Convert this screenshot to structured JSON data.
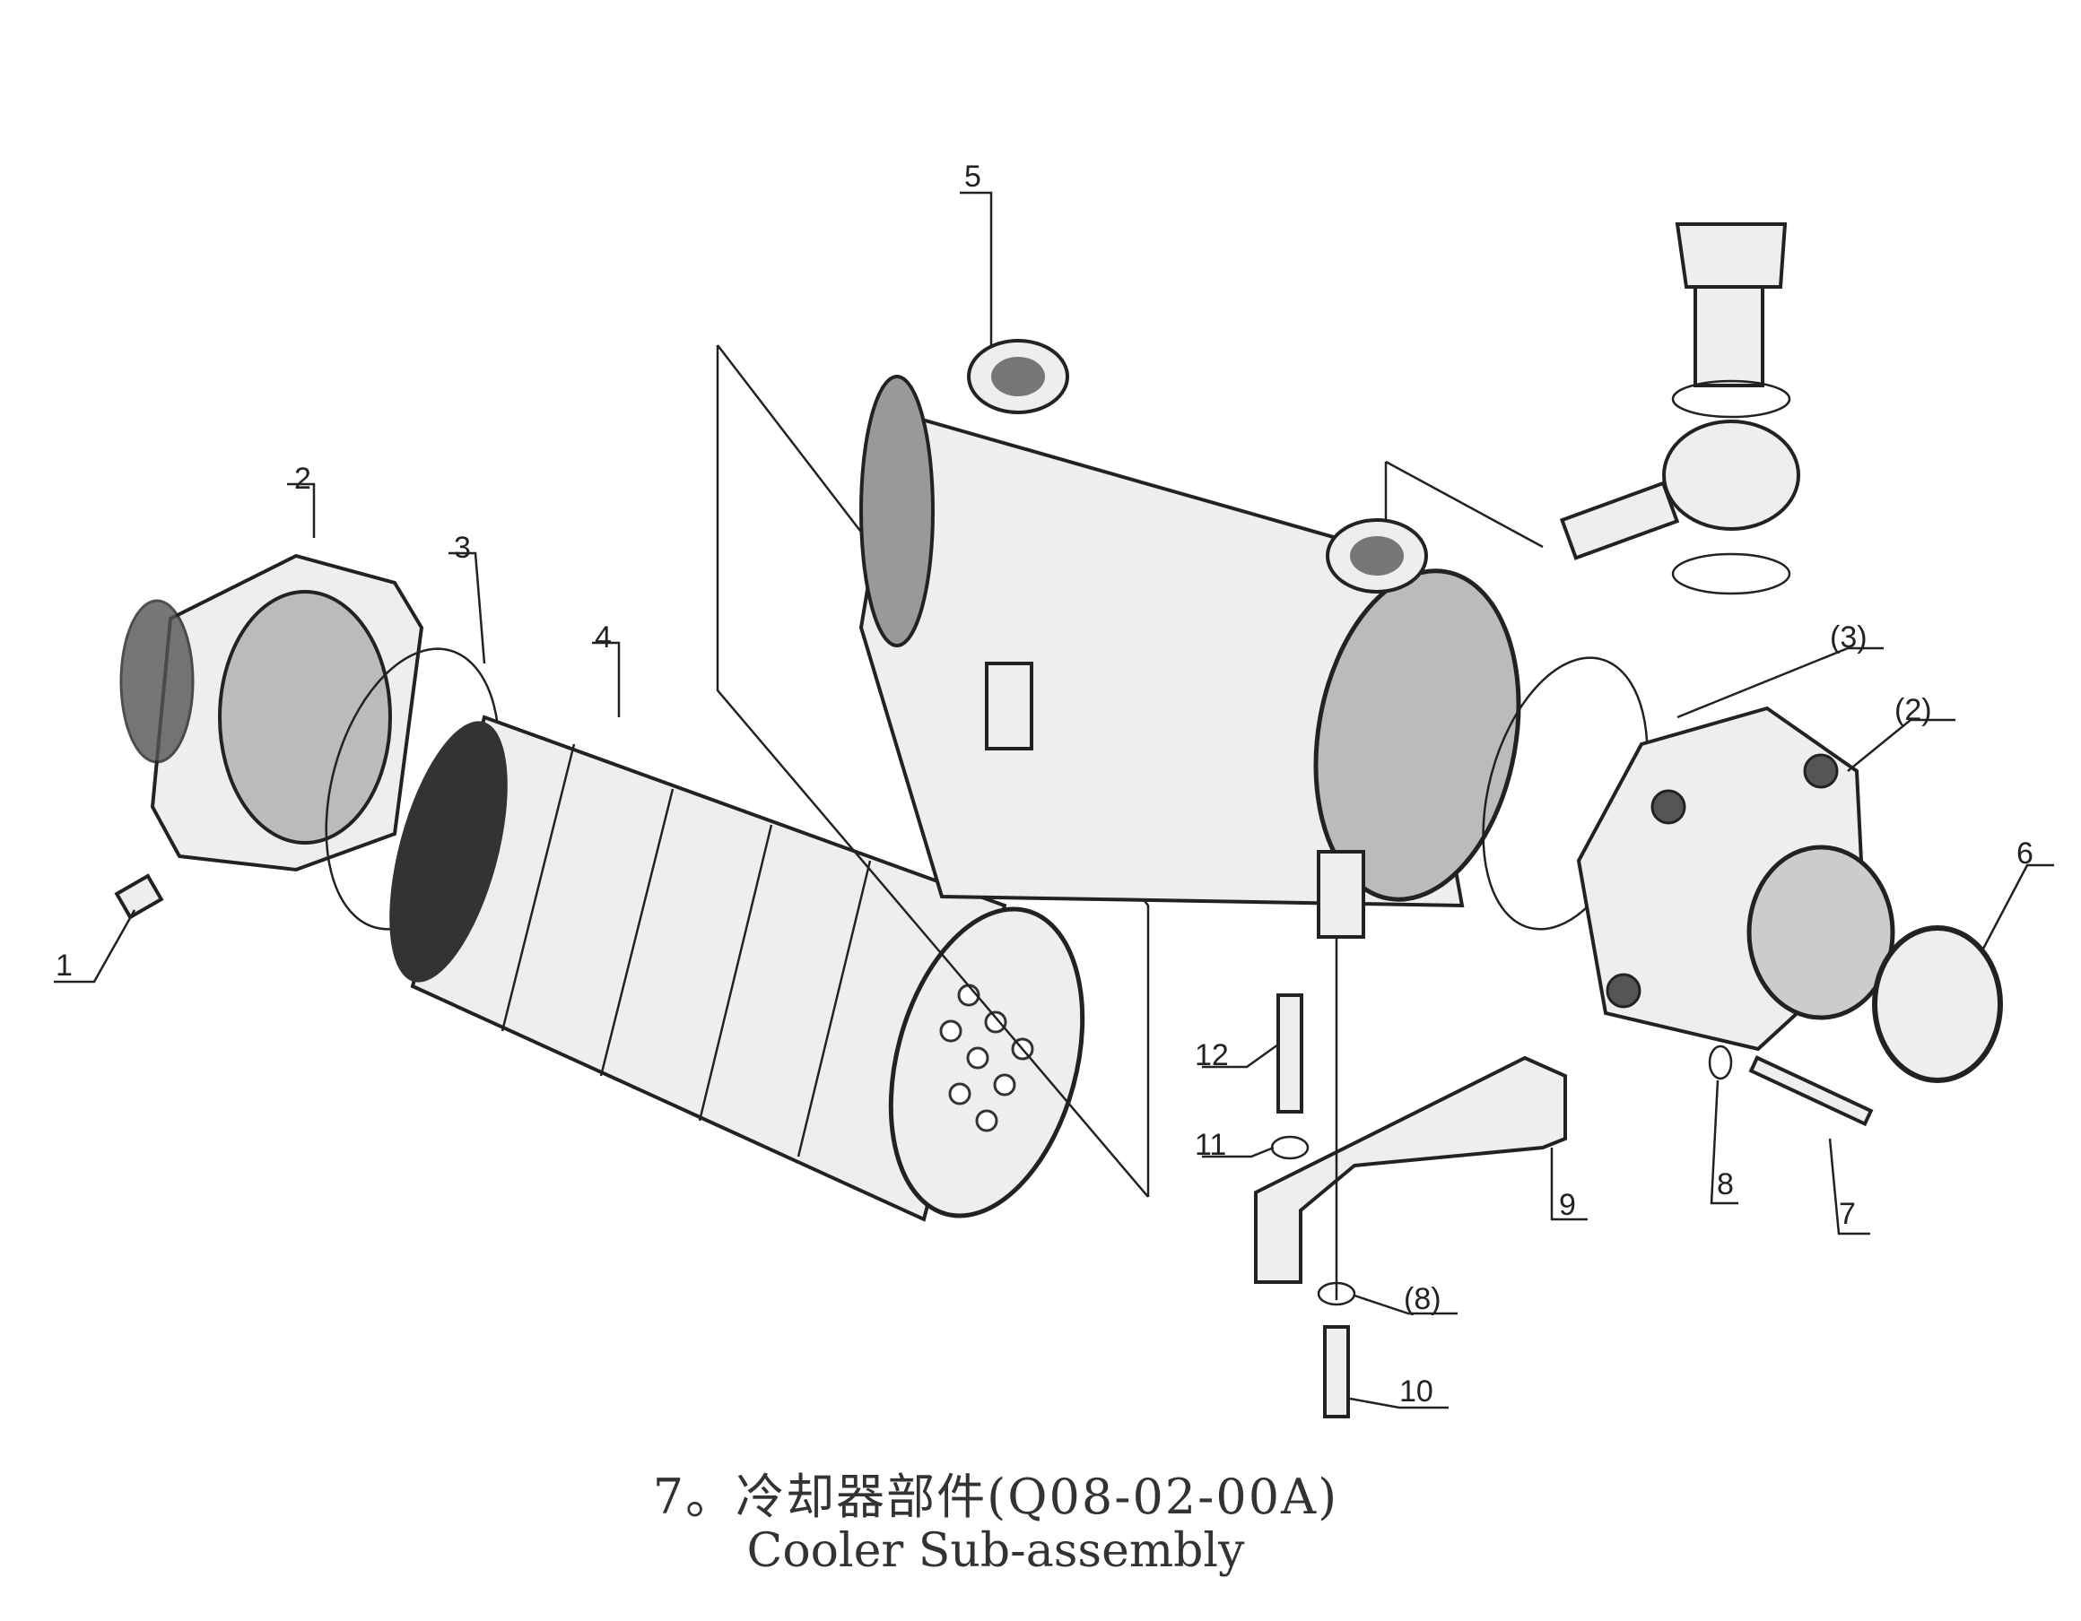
{
  "title": {
    "chinese": "7。冷却器部件(Q08-02-00A)",
    "english": "Cooler Sub-assembly"
  },
  "callouts": {
    "c1": "1",
    "c2": "2",
    "c3": "3",
    "c4": "4",
    "c5": "5",
    "c6": "6",
    "c7": "7",
    "c8": "8",
    "c9": "9",
    "c10": "10",
    "c11": "11",
    "c12": "12",
    "c2b": "(2)",
    "c3b": "(3)",
    "c8b": "(8)"
  }
}
